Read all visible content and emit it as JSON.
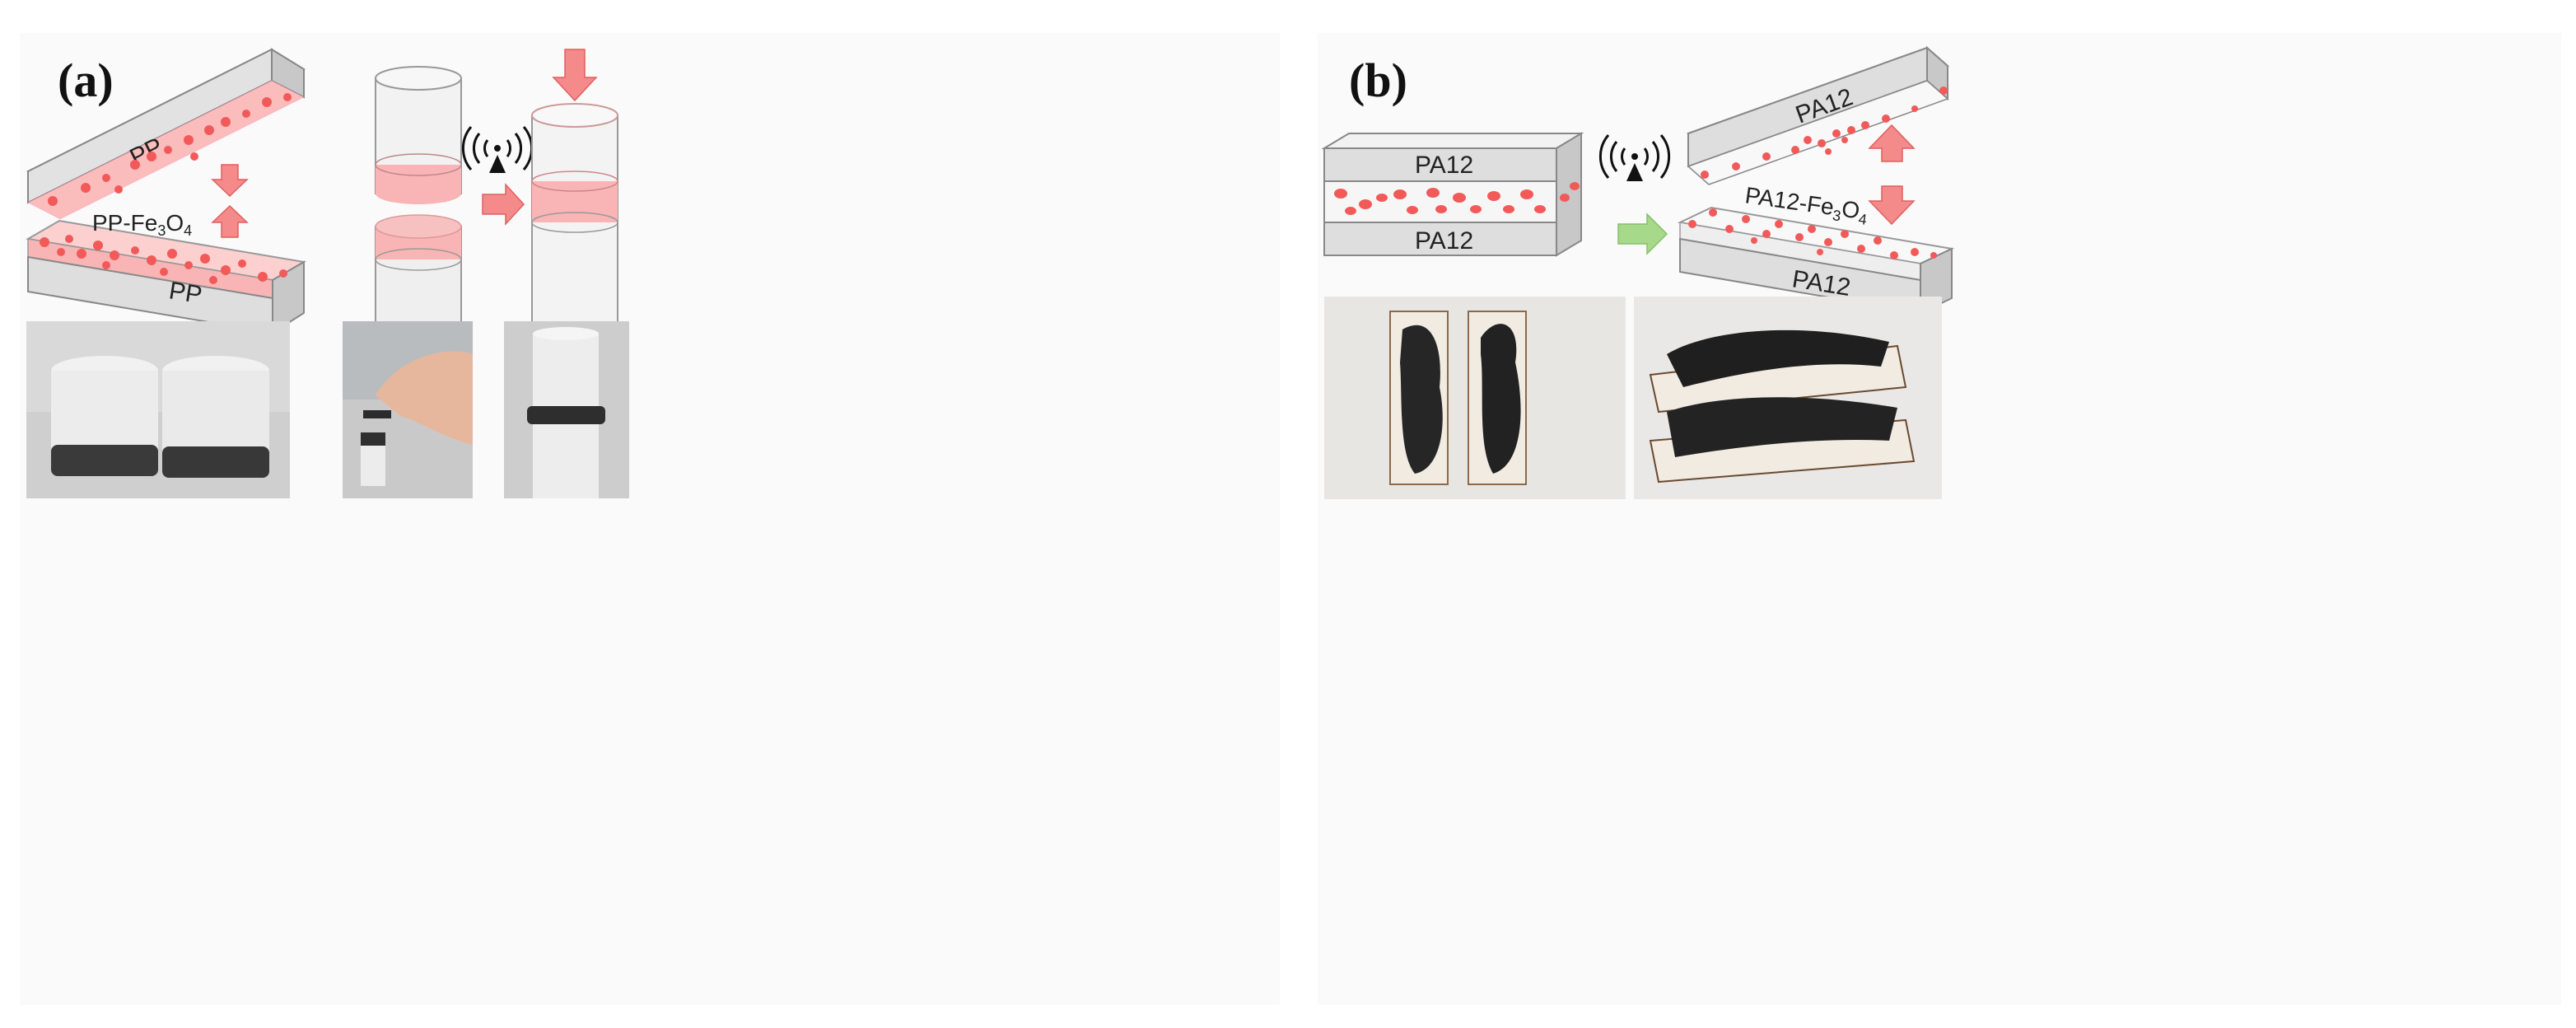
{
  "panel_a": {
    "label": "(a)",
    "top_block_label": "PP",
    "bottom_block_label": "PP",
    "composite_label_prefix": "PP-Fe",
    "composite_sub1": "3",
    "composite_mid": "O",
    "composite_sub2": "4"
  },
  "panel_b": {
    "label": "(b)",
    "stack_top_label": "PA12",
    "stack_bottom_label": "PA12",
    "right_top_label": "PA12",
    "right_bottom_label": "PA12",
    "composite_label_prefix": "PA12-Fe",
    "composite_sub1": "3",
    "composite_mid": "O",
    "composite_sub2": "4"
  },
  "colors": {
    "pink": "#f9b5b5",
    "dot": "#f25a5a",
    "arrow_red": "#f58a8a",
    "arrow_green": "#a6d98a",
    "block_gray": "#dedede"
  },
  "icons": [
    "antenna-icon",
    "down-arrow-icon",
    "up-arrow-icon",
    "right-arrow-icon",
    "double-arrow-icon"
  ]
}
